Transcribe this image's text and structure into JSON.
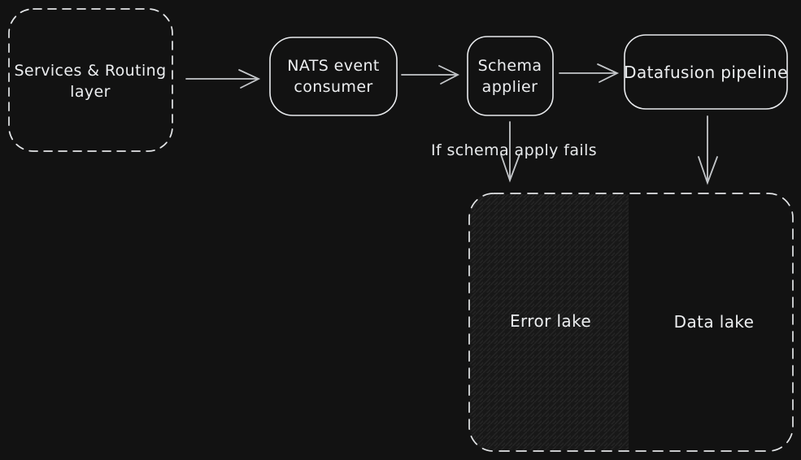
{
  "diagram": {
    "type": "flowchart",
    "theme": "dark",
    "colors": {
      "background": "#121212",
      "node_stroke": "#e8eaed",
      "dashed_stroke": "#e3e5e7",
      "arrow": "#c4c7ca",
      "text": "#eceef0",
      "hatch_background": "#181818",
      "hatch_line": "#262626"
    },
    "nodes": {
      "services_routing": {
        "label": "Services & Routing layer",
        "line1": "Services & Routing",
        "line2": "layer",
        "border": "dashed-rounded"
      },
      "nats_consumer": {
        "label": "NATS event consumer",
        "line1": "NATS event",
        "line2": "consumer",
        "border": "solid-rounded"
      },
      "schema_applier": {
        "label": "Schema applier",
        "line1": "Schema",
        "line2": "applier",
        "border": "solid-rounded"
      },
      "datafusion_pipeline": {
        "label": "Datafusion pipeline",
        "line1": "Datafusion pipeline",
        "border": "solid-rounded"
      },
      "lake_container": {
        "border": "dashed-rounded",
        "error_lake": {
          "label": "Error lake",
          "fill": "hatched"
        },
        "data_lake": {
          "label": "Data lake",
          "fill": "none"
        }
      }
    },
    "edges": [
      {
        "from": "services_routing",
        "to": "nats_consumer",
        "label": ""
      },
      {
        "from": "nats_consumer",
        "to": "schema_applier",
        "label": ""
      },
      {
        "from": "schema_applier",
        "to": "datafusion_pipeline",
        "label": ""
      },
      {
        "from": "schema_applier",
        "to": "error_lake",
        "label": "If schema apply fails"
      },
      {
        "from": "datafusion_pipeline",
        "to": "data_lake",
        "label": ""
      }
    ]
  }
}
